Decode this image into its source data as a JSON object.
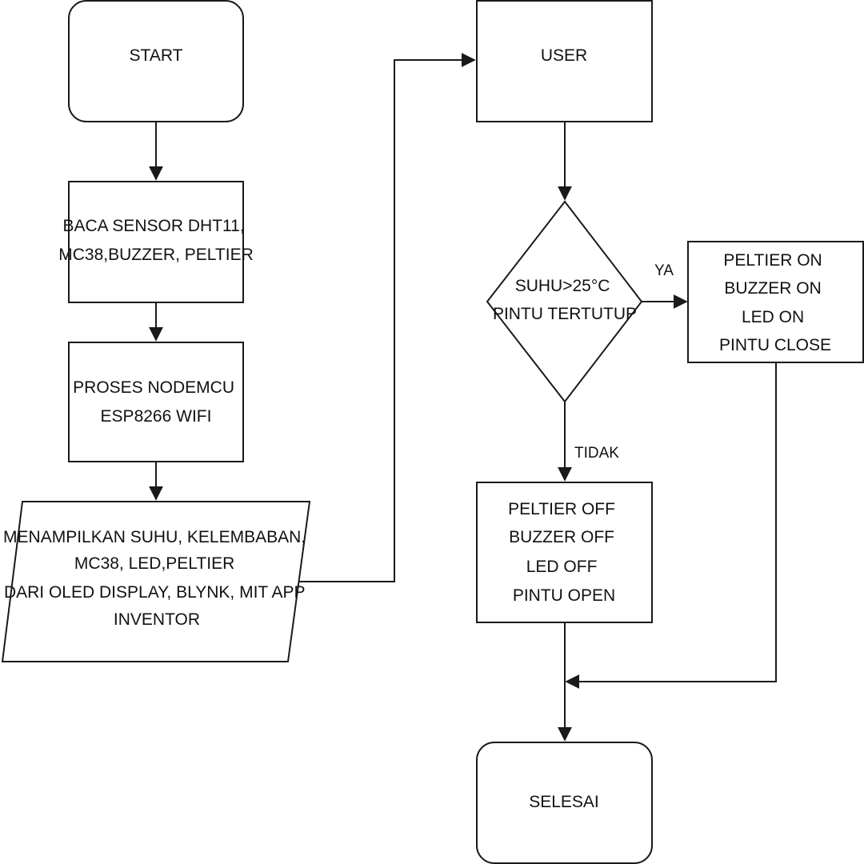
{
  "diagram": {
    "type": "flowchart",
    "nodes": {
      "start": {
        "shape": "rounded-rectangle",
        "lines": [
          "START"
        ]
      },
      "baca_sensor": {
        "shape": "rectangle",
        "lines": [
          "BACA SENSOR DHT11,",
          "MC38,BUZZER, PELTIER"
        ]
      },
      "proses": {
        "shape": "rectangle",
        "lines": [
          "PROSES NODEMCU",
          "ESP8266 WIFI"
        ]
      },
      "tampilkan": {
        "shape": "parallelogram",
        "lines": [
          "MENAMPILKAN SUHU, KELEMBABAN,",
          "MC38, LED,PELTIER",
          "DARI OLED DISPLAY, BLYNK, MIT APP",
          "INVENTOR"
        ]
      },
      "user": {
        "shape": "rectangle",
        "lines": [
          "USER"
        ]
      },
      "decision": {
        "shape": "diamond",
        "lines": [
          "SUHU>25°C",
          "PINTU TERTUTUP"
        ]
      },
      "ya_action": {
        "shape": "rectangle",
        "lines": [
          "PELTIER ON",
          "BUZZER ON",
          "LED ON",
          "PINTU CLOSE"
        ]
      },
      "tidak_action": {
        "shape": "rectangle",
        "lines": [
          "PELTIER OFF",
          "BUZZER OFF",
          "LED OFF",
          "PINTU OPEN"
        ]
      },
      "selesai": {
        "shape": "rounded-rectangle",
        "lines": [
          "SELESAI"
        ]
      }
    },
    "edges": [
      {
        "from": "start",
        "to": "baca_sensor",
        "label": ""
      },
      {
        "from": "baca_sensor",
        "to": "proses",
        "label": ""
      },
      {
        "from": "proses",
        "to": "tampilkan",
        "label": ""
      },
      {
        "from": "tampilkan",
        "to": "user",
        "label": ""
      },
      {
        "from": "user",
        "to": "decision",
        "label": ""
      },
      {
        "from": "decision",
        "to": "ya_action",
        "label": "YA"
      },
      {
        "from": "decision",
        "to": "tidak_action",
        "label": "TIDAK"
      },
      {
        "from": "ya_action",
        "to": "selesai",
        "label": ""
      },
      {
        "from": "tidak_action",
        "to": "selesai",
        "label": ""
      }
    ],
    "colors": {
      "stroke": "#1a1a1a",
      "fill": "#ffffff",
      "text": "#111111"
    }
  }
}
